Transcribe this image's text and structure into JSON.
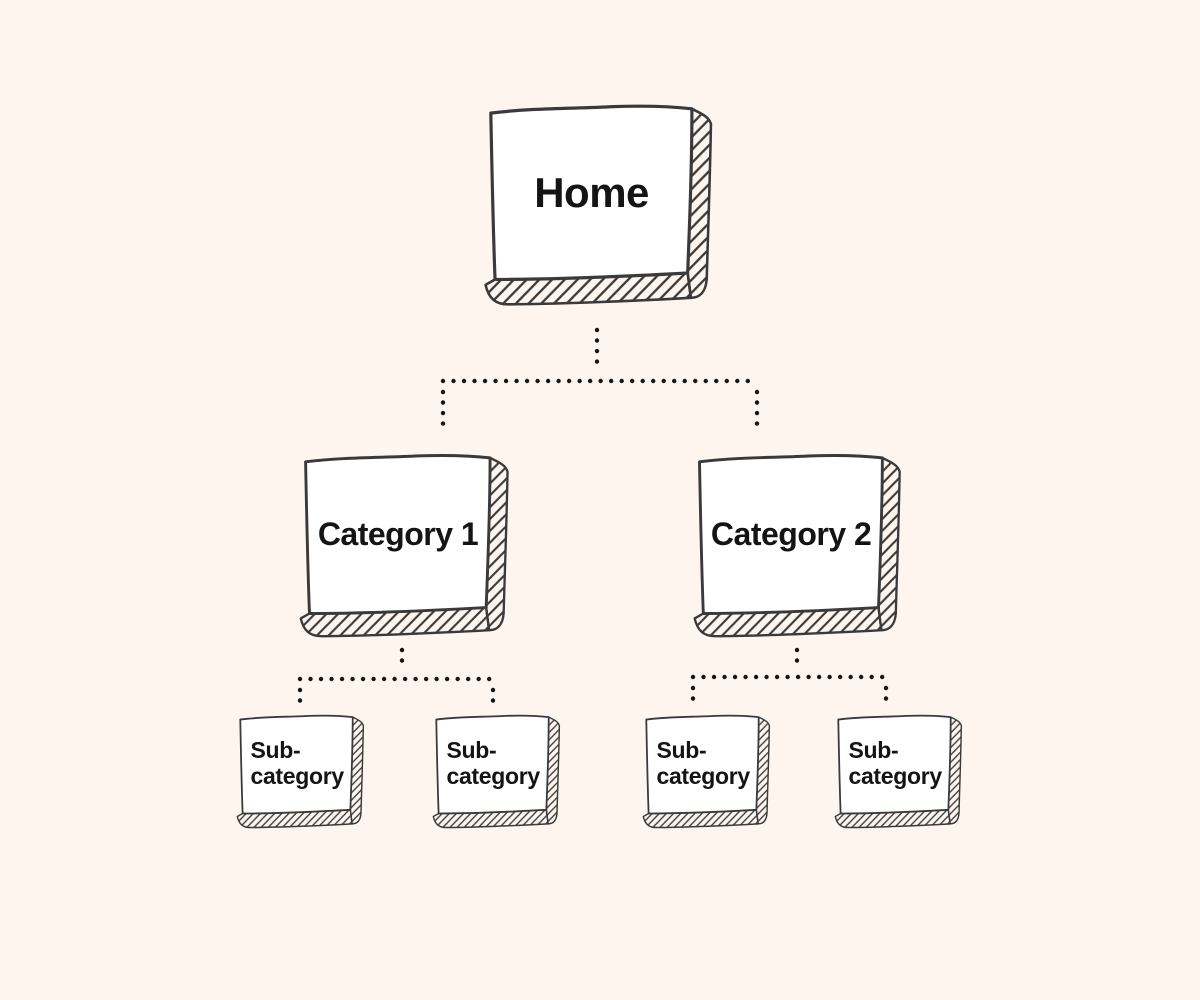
{
  "background_color": "#fdf5ee",
  "colors": {
    "box_fill": "#ffffff",
    "outline": "#3a3a3a",
    "text": "#141414",
    "connector_dots": "#161616"
  },
  "nodes": {
    "home": {
      "label": "Home"
    },
    "category_1": {
      "label": "Category 1"
    },
    "category_2": {
      "label": "Category 2"
    },
    "subcategories": [
      {
        "line1": "Sub-",
        "line2": "category"
      },
      {
        "line1": "Sub-",
        "line2": "category"
      },
      {
        "line1": "Sub-",
        "line2": "category"
      },
      {
        "line1": "Sub-",
        "line2": "category"
      }
    ]
  },
  "structure": {
    "connector_style": "dotted",
    "edges": [
      {
        "from": "home",
        "to": "category_1"
      },
      {
        "from": "home",
        "to": "category_2"
      },
      {
        "from": "category_1",
        "to": "subcategory_1"
      },
      {
        "from": "category_1",
        "to": "subcategory_2"
      },
      {
        "from": "category_2",
        "to": "subcategory_3"
      },
      {
        "from": "category_2",
        "to": "subcategory_4"
      }
    ]
  }
}
